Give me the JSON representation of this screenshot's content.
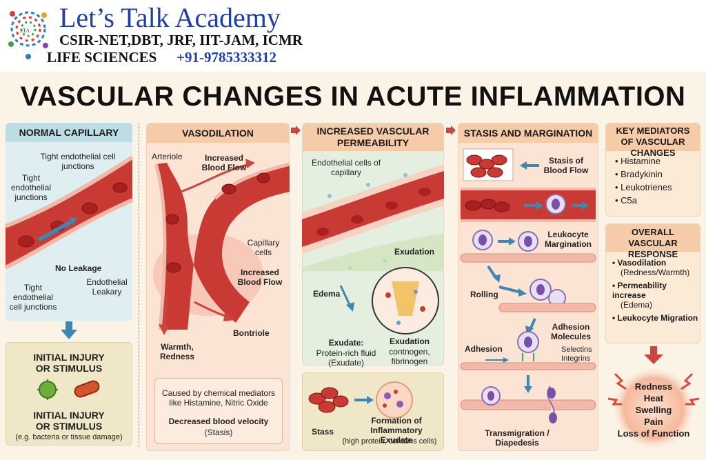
{
  "brand": {
    "name": "Let’s Talk Academy",
    "logo_text": "LTA",
    "exams": "CSIR-NET,DBT, JRF, IIT-JAM, ICMR",
    "subject": "LIFE SCIENCES",
    "phone": "+91-9785333312"
  },
  "title": "VASCULAR CHANGES IN ACUTE INFLAMMATION",
  "normal": {
    "title": "NORMAL CAPILLARY",
    "tight_junctions_top": "Tight endothelial cell junctions",
    "tight_junctions_left": "Tight endothelial junctions",
    "no_leakage": "No Leakage",
    "tight_junctions_bottom": "Tight endothelial cell junctions",
    "endothelial_leakary": "Endothelial Leakary"
  },
  "injury": {
    "title": "INITIAL INJURY OR STIMULUS",
    "subtitle": "INITIAL INJURY OR STIMULUS",
    "example": "(e.g. bacteria or tissue damage)"
  },
  "vasodilation": {
    "title": "VASODILATION",
    "arteriole": "Arteriole",
    "increased_flow_1": "Increased Blood Flow",
    "capillary_cells": "Capillary cells",
    "increased_flow_2": "Increased Blood Flow",
    "warmth": "Warmth, Redness",
    "bontriole": "Bontriole",
    "caused_by": "Caused by chemical mediators like Histamine, Nitric Oxide",
    "decreased_velocity": "Decreased blood velocity",
    "stasis": "(Stasis)"
  },
  "permeability": {
    "title": "INCREASED VASCULAR PERMEABILITY",
    "endothelial_cells": "Endothelial cells of capillary",
    "exudation_1": "Exudation",
    "edema": "Edema",
    "exudate_label": "Exudate:",
    "exudate_desc": "Protein-rich fluid (Exudate)",
    "exudation_2": "Exudation",
    "exudation_desc": "contnogen, fibrinogen",
    "stass": "Stass",
    "formation": "Formation of Inflammatory Exudate",
    "formation_desc": "(high protein, contains cells)"
  },
  "stasis": {
    "title": "STASIS AND MARGINATION",
    "stasis_of_flow": "Stasis of Blood Flow",
    "leukocyte_margination": "Leukocyte Margination",
    "rolling": "Rolling",
    "adhesion_molecules": "Adhesion Molecules",
    "adhesion": "Adhesion",
    "selectins": "Selectins",
    "integrins": "Integrins",
    "transmigration": "Transmigration / Diapedesis"
  },
  "mediators": {
    "title": "KEY MEDIATORS OF VASCULAR CHANGES",
    "items": [
      "Histamine",
      "Bradykinin",
      "Leukotrienes",
      "C5a"
    ]
  },
  "response": {
    "title": "OVERALL VASCULAR RESPONSE",
    "items": [
      {
        "head": "Vasodilation",
        "detail": "(Redness/Warmth)"
      },
      {
        "head": "Permeability increase",
        "detail": "(Edema)"
      },
      {
        "head": "Leukocyte Migration",
        "detail": ""
      }
    ]
  },
  "signs": [
    "Redness",
    "Heat",
    "Swelling",
    "Pain",
    "Loss of Function"
  ],
  "colors": {
    "header_blue": "#1f3fa8",
    "normal_bg": "#dfeef0",
    "normal_title_bg": "#bcdde3",
    "warm_bg": "#fbe4d4",
    "warm_title_bg": "#f6cba8",
    "side_bg": "#fbead6",
    "vessel_red": "#c83a33",
    "arrow_blue": "#3f86b0",
    "arrow_red": "#c9473e"
  }
}
